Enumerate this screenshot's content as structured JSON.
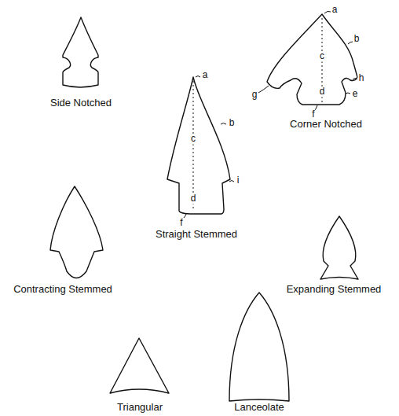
{
  "diagram": {
    "labels": [
      "Side Notched",
      "a",
      "b",
      "c",
      "d",
      "i",
      "f",
      "Straight Stemmed",
      "a",
      "b",
      "c",
      "d",
      "h",
      "e",
      "g",
      "f",
      "Corner Notched",
      "Contracting Stemmed",
      "Expanding Stemmed",
      "Triangular",
      "Lanceolate"
    ]
  }
}
